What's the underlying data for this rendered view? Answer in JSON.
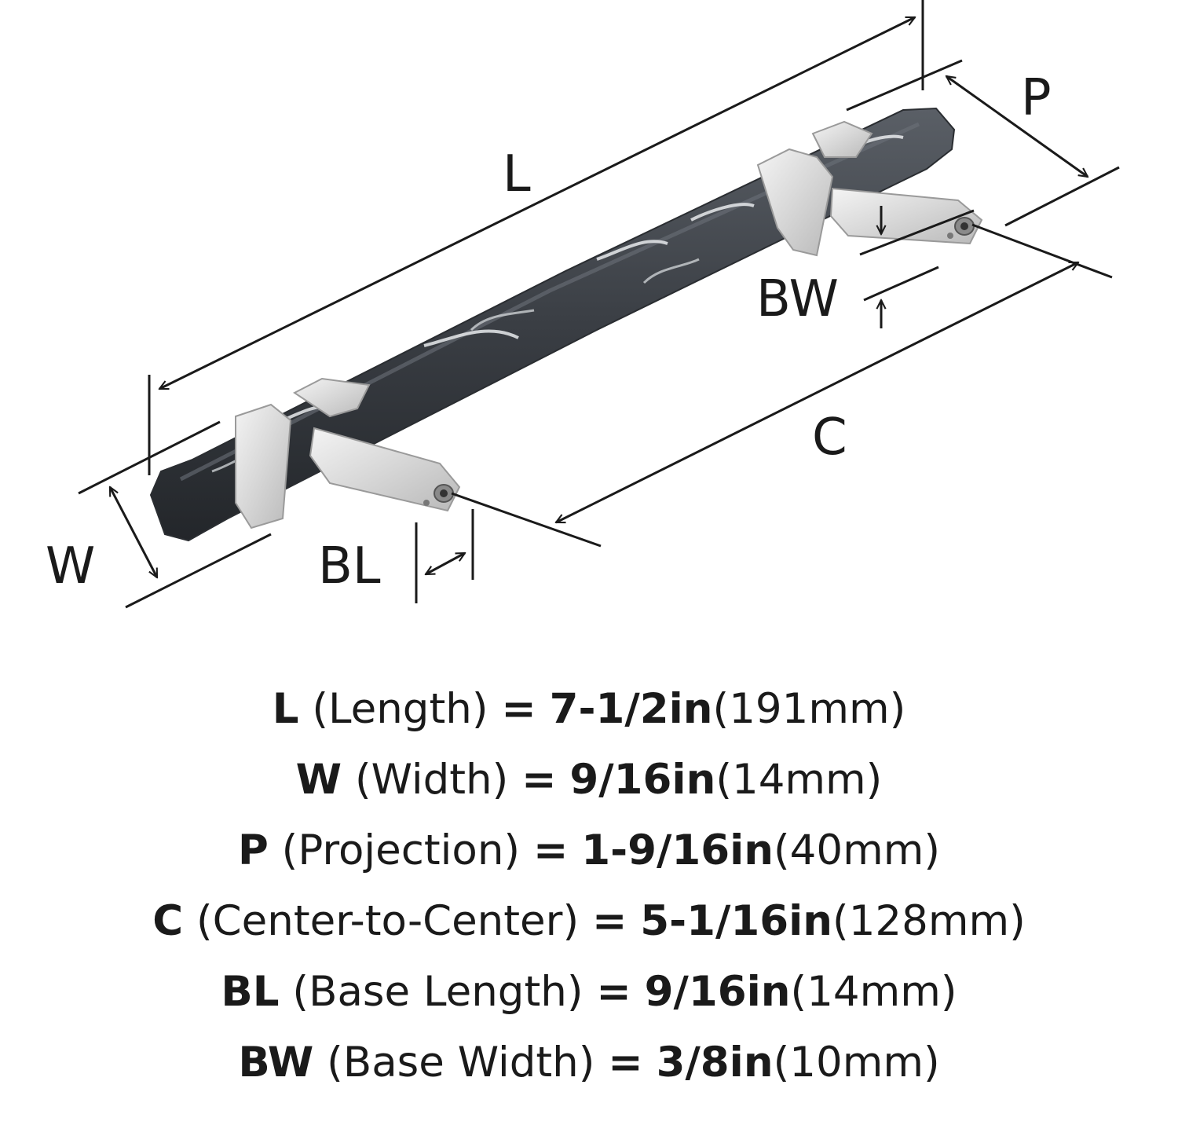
{
  "diagram": {
    "labels": {
      "L": "L",
      "P": "P",
      "BW": "BW",
      "C": "C",
      "W": "W",
      "BL": "BL"
    },
    "colors": {
      "line": "#1a1a1a",
      "marble_dark": "#3b3f44",
      "marble_vein": "#e8eaec",
      "nickel": "#dcdcdc"
    }
  },
  "specs": [
    {
      "key": "L",
      "name": "(Length)",
      "equals": "=",
      "imperial": "7-1/2in",
      "metric": "(191mm)"
    },
    {
      "key": "W",
      "name": "(Width)",
      "equals": "=",
      "imperial": "9/16in",
      "metric": "(14mm)"
    },
    {
      "key": "P",
      "name": "(Projection)",
      "equals": "=",
      "imperial": "1-9/16in",
      "metric": "(40mm)"
    },
    {
      "key": "C",
      "name": "(Center-to-Center)",
      "equals": "=",
      "imperial": "5-1/16in",
      "metric": "(128mm)"
    },
    {
      "key": "BL",
      "name": "(Base Length)",
      "equals": "=",
      "imperial": "9/16in",
      "metric": "(14mm)"
    },
    {
      "key": "BW",
      "name": "(Base Width)",
      "equals": "=",
      "imperial": "3/8in",
      "metric": "(10mm)"
    }
  ]
}
